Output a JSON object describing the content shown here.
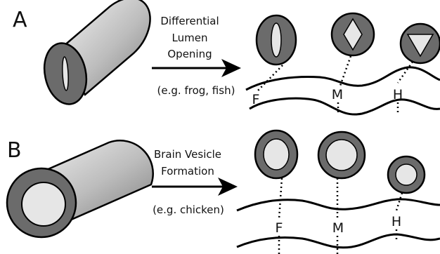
{
  "panels": [
    {
      "id": "A",
      "label": "A",
      "process_lines": [
        "Differential",
        "Lumen",
        "Opening"
      ],
      "example": "(e.g. frog, fish)",
      "regions": [
        "F",
        "M",
        "H"
      ]
    },
    {
      "id": "B",
      "label": "B",
      "process_lines": [
        "Brain Vesicle",
        "Formation"
      ],
      "example": "(e.g. chicken)",
      "regions": [
        "F",
        "M",
        "H"
      ]
    }
  ],
  "colors": {
    "wall": "#6b6b6b",
    "lumen": "#e6e6e6",
    "outline": "#000000",
    "tube_light": "#f2f2f2",
    "tube_dark": "#8a8a8a"
  }
}
